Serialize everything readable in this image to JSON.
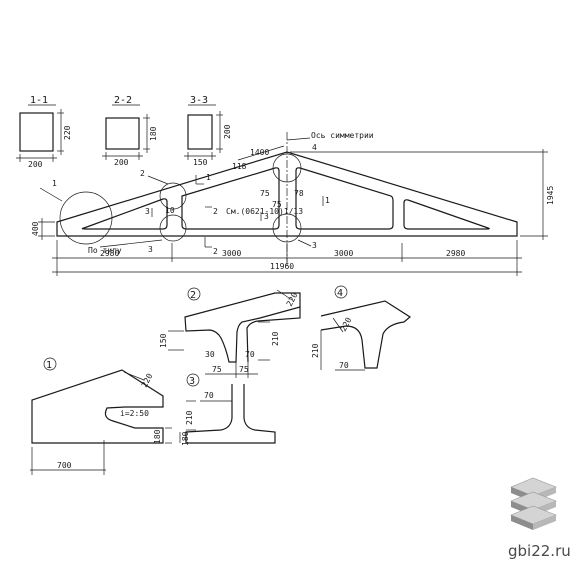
{
  "sections": {
    "s11": {
      "title": "1-1",
      "width": "200",
      "height": "220"
    },
    "s22": {
      "title": "2-2",
      "width": "200",
      "height": "180"
    },
    "s33": {
      "title": "3-3",
      "width": "150",
      "height": "200"
    }
  },
  "truss": {
    "axis_label": "Ось симметрии",
    "axis_num": "4",
    "see_label": "См.(0621-10)1/13",
    "by_type": "По типу",
    "height_total": "1945",
    "height_end": "400",
    "top_dim": "1400",
    "dim_118": "118",
    "dim_10a": "10",
    "dim_75a": "75",
    "dim_75b": "75",
    "dim_78": "78",
    "dims_bottom": [
      "2980",
      "3000",
      "3000",
      "2980"
    ],
    "total_length": "11960",
    "callouts": [
      "1",
      "2",
      "3",
      "4",
      "3",
      "2",
      "3",
      "2"
    ]
  },
  "details": {
    "d1": {
      "num": "1",
      "dim_top": "220",
      "dim_slope": "i=2:50",
      "dim_right": "180",
      "dim_bottom": "700"
    },
    "d2": {
      "num": "2",
      "dim_top": "220",
      "dim_left": "150",
      "dim_30": "30",
      "dim_210": "210",
      "dim_70": "70",
      "dim_75a": "75",
      "dim_75b": "75"
    },
    "d3": {
      "num": "3",
      "dim_70": "70",
      "dim_210": "210",
      "dim_180": "180"
    },
    "d4": {
      "num": "4",
      "dim_220": "220",
      "dim_210": "210",
      "dim_70": "70"
    }
  },
  "watermark": {
    "text": "gbi22.ru"
  }
}
